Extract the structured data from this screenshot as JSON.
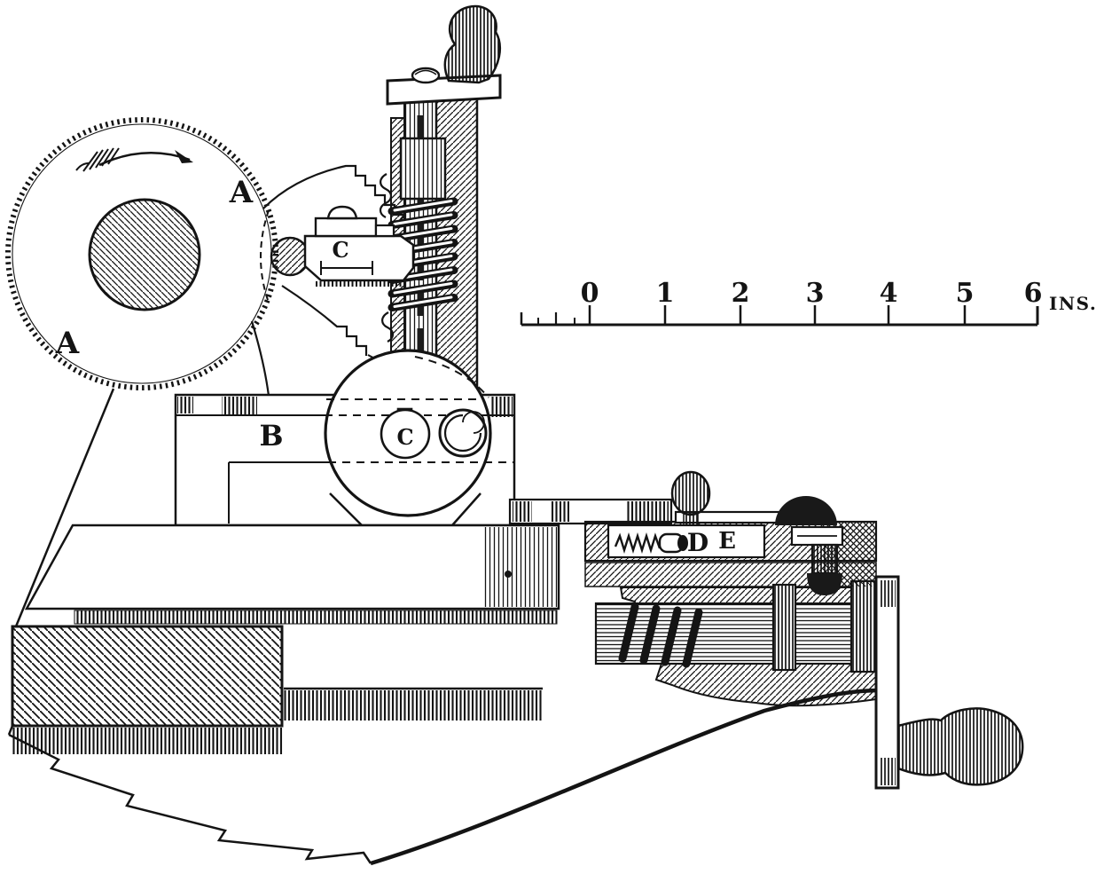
{
  "figure": {
    "kind": "technical-engraving-sectional-diagram",
    "colors": {
      "ink": "#141414",
      "paper": "#ffffff"
    },
    "labels": {
      "wheel_upper": "A",
      "wheel_lower": "A",
      "carriage": "B",
      "clamp": "C",
      "hub_pin": "C",
      "pawl": "D",
      "ratchet_case": "E"
    },
    "ruler": {
      "ticks": [
        "0",
        "1",
        "2",
        "3",
        "4",
        "5",
        "6"
      ],
      "unit": "INS."
    }
  }
}
